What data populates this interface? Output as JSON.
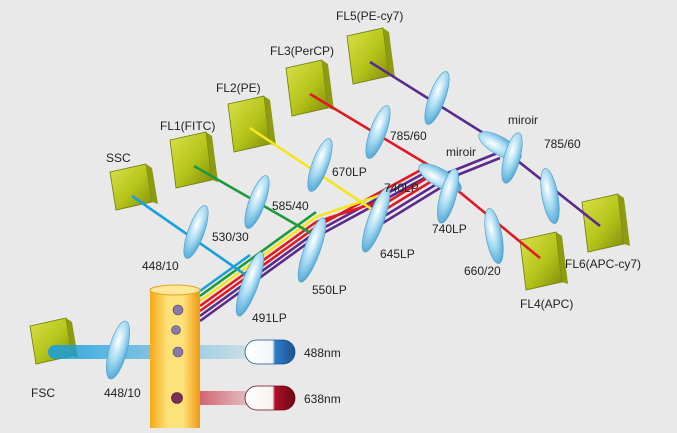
{
  "colors": {
    "background": "#e9e9e9",
    "detector": "#b5c41a",
    "detector_dark": "#7f8a0c",
    "lens": "#9fd4ee",
    "tube": "#f7c12e",
    "laser_blue": "#2f7ec8",
    "laser_red": "#b0102a",
    "beam_cyan": "#1a9fdc",
    "beam_green": "#1c9a3c",
    "beam_yellow": "#f3e51f",
    "beam_red": "#de1a24",
    "beam_purple": "#5a2a8c"
  },
  "detectors": {
    "fsc": "FSC",
    "ssc": "SSC",
    "fl1": "FL1(FITC)",
    "fl2": "FL2(PE)",
    "fl3": "FL3(PerCP)",
    "fl4": "FL4(APC)",
    "fl5": "FL5(PE-cy7)",
    "fl6": "FL6(APC-cy7)"
  },
  "filters": {
    "fsc": "448/10",
    "ssc": "448/10",
    "fl1": "530/30",
    "fl2": "585/40",
    "fl3": "670LP",
    "fl4": "660/20",
    "fl5": "785/60",
    "fl6": "785/60"
  },
  "dichroics": {
    "d1": "491LP",
    "d2": "550LP",
    "d3": "645LP",
    "d4": "740LP",
    "d5": "740LP",
    "m1": "miroir",
    "m2": "miroir"
  },
  "lasers": {
    "blue": "488nm",
    "red": "638nm"
  }
}
